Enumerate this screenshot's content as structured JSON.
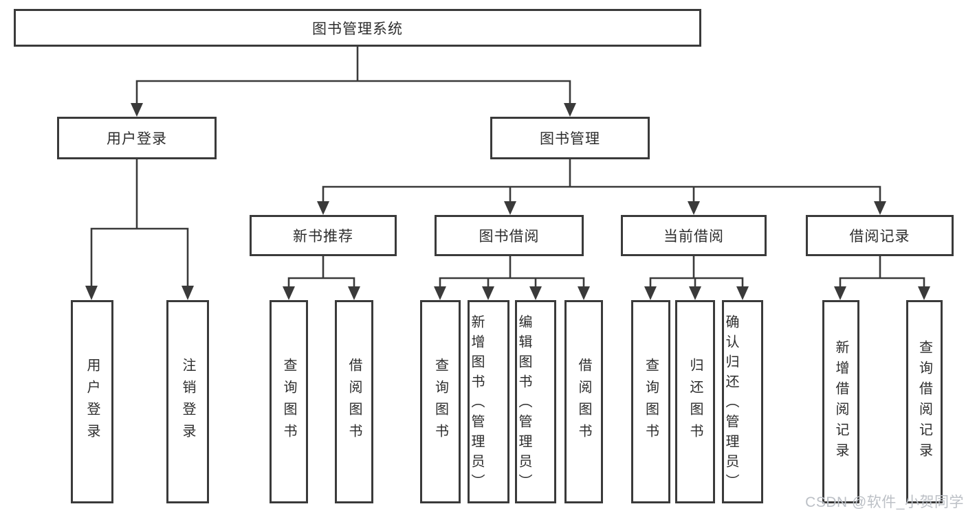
{
  "diagram": {
    "root": {
      "label": "图书管理系统"
    },
    "level2": [
      {
        "label": "用户登录"
      },
      {
        "label": "图书管理"
      }
    ],
    "level3": [
      {
        "label": "新书推荐"
      },
      {
        "label": "图书借阅"
      },
      {
        "label": "当前借阅"
      },
      {
        "label": "借阅记录"
      }
    ],
    "leaves": [
      {
        "label": "用户登录",
        "parent": "用户登录"
      },
      {
        "label": "注销登录",
        "parent": "用户登录"
      },
      {
        "label": "查询图书",
        "parent": "新书推荐"
      },
      {
        "label": "借阅图书",
        "parent": "新书推荐"
      },
      {
        "label": "查询图书",
        "parent": "图书借阅"
      },
      {
        "label": "新增图书（管理员）",
        "parent": "图书借阅"
      },
      {
        "label": "编辑图书（管理员）",
        "parent": "图书借阅"
      },
      {
        "label": "借阅图书",
        "parent": "图书借阅"
      },
      {
        "label": "查询图书",
        "parent": "当前借阅"
      },
      {
        "label": "归还图书",
        "parent": "当前借阅"
      },
      {
        "label": "确认归还（管理员）",
        "parent": "当前借阅"
      },
      {
        "label": "新增借阅记录",
        "parent": "借阅记录"
      },
      {
        "label": "查询借阅记录",
        "parent": "借阅记录"
      }
    ],
    "watermark": "CSDN @软件_小贺同学",
    "colors": {
      "line": "#3a3a3a",
      "text": "#2d2d2d",
      "box_bg": "#ffffff",
      "watermark": "#bcc0c6"
    }
  }
}
